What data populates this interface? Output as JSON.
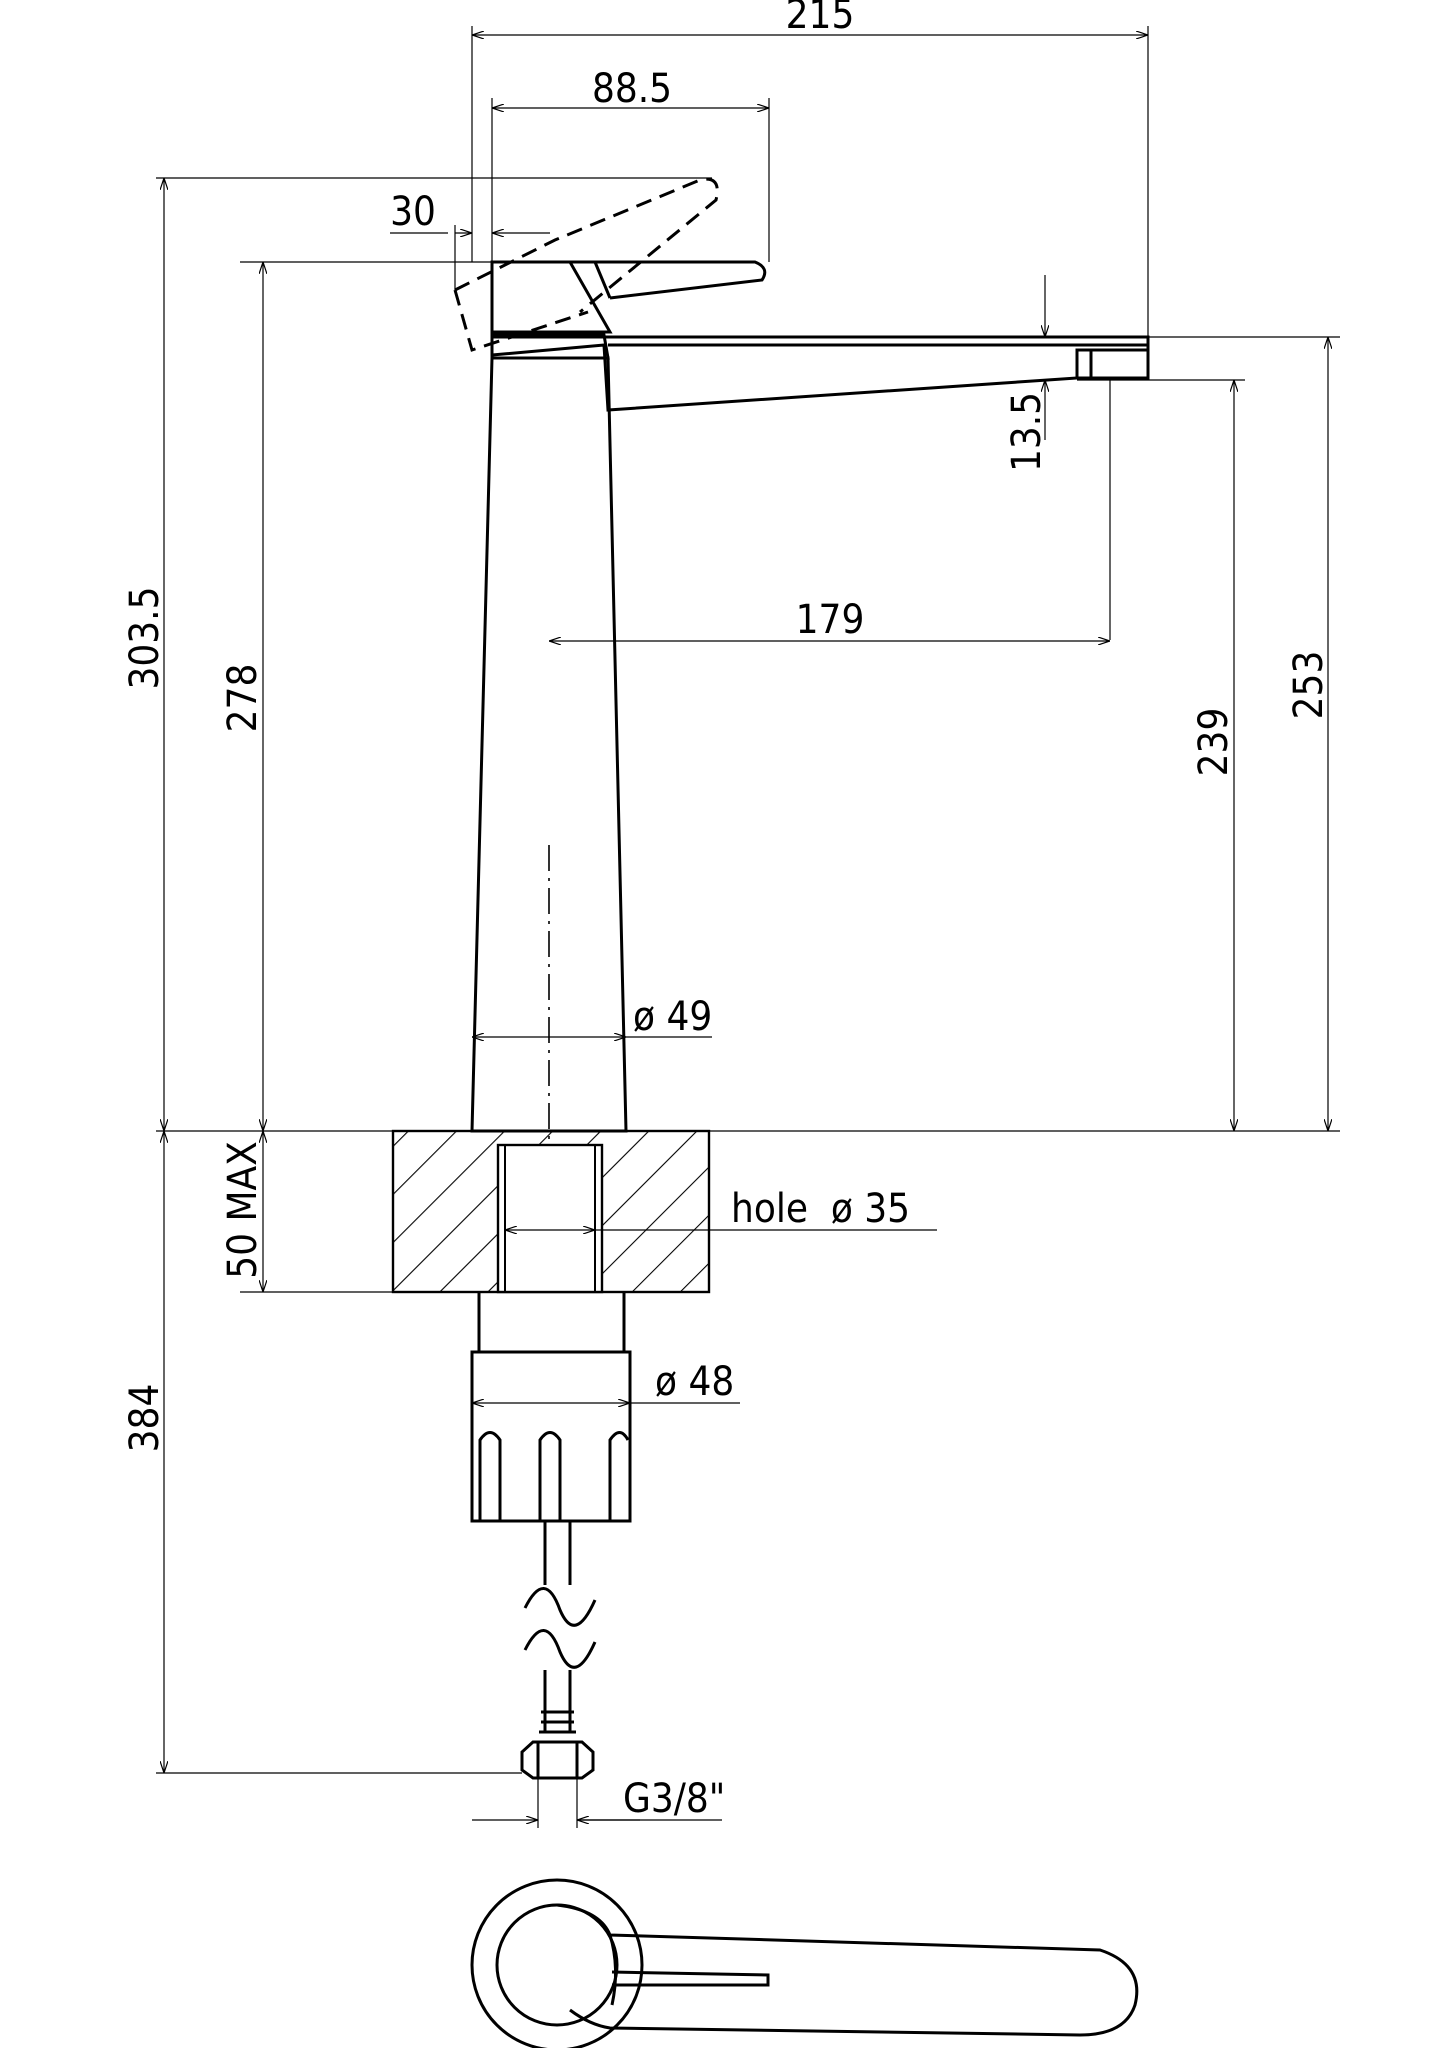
{
  "dimensions": {
    "overall_width": "215",
    "handle_reach": "88.5",
    "lever_angle": "30",
    "spout_thickness": "13.5",
    "spout_reach": "179",
    "total_height": "303.5",
    "body_height": "278",
    "outlet_height": "239",
    "spout_top_height": "253",
    "body_diameter": "ø 49",
    "max_deck_thickness": "50 MAX",
    "deck_hole": "hole  ø 35",
    "nut_diameter": "ø 48",
    "hose_length": "384",
    "hose_thread": "G3/8\""
  },
  "views": {
    "front": "faucet-front-elevation",
    "plan": "faucet-top-view"
  }
}
